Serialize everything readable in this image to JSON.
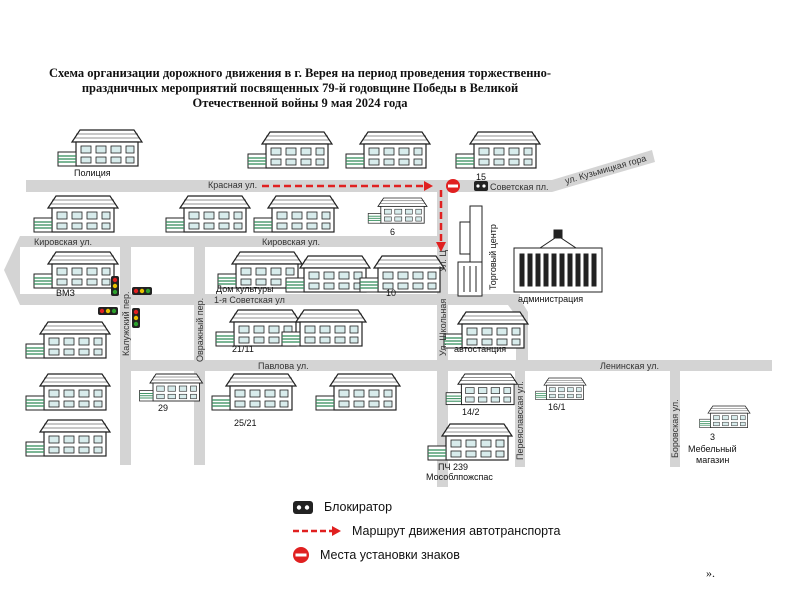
{
  "title_lines": [
    "Схема организации дорожного движения в г. Верея на период проведения торжественно-",
    "праздничных мероприятий посвященных 79-й годовщине Победы в Великой",
    "Отечественной войны 9 мая 2024 года"
  ],
  "streets": {
    "krasnaya": "Красная ул.",
    "sovetskaya_pl": "Советская пл.",
    "kuzminskaya": "ул. Кузьмицкая гора",
    "kirovskaya_left": "Кировская ул.",
    "kirovskaya_mid": "Кировская ул.",
    "sovetskaya_1": "1-я Советская ул",
    "kaluzhsky": "Калужский пер.",
    "ovrazhny": "Овражный пер.",
    "pavlova": "Павлова ул.",
    "leninskaya": "Ленинская ул.",
    "shkolnaya": "Ул. Школьная",
    "ul_ts": "Ул. Ц",
    "perkhanskaya": "Переяславская ул.",
    "borovskaya": "Боровская ул."
  },
  "labels": {
    "police": "Полиция",
    "n15": "15",
    "n6": "6",
    "dom_kultury": "Дом культуры",
    "n10": "10",
    "vmz": "ВМЗ",
    "n21_11": "21/11",
    "avtostantsiya": "автостанция",
    "torgovy_tsentr": "Торговый центр",
    "administratsiya": "администрация",
    "n29": "29",
    "n25_21": "25/21",
    "n14_2": "14/2",
    "n16_1": "16/1",
    "pch": "ПЧ 239",
    "mosoblpozhspas": "Мособлпожспас",
    "n3": "3",
    "mebelny": "Мебельный",
    "magazin": "магазин"
  },
  "legend": {
    "blocker": "Блокиратор",
    "route": "Маршрут движения автотранспорта",
    "signs": "Места установки знаков"
  },
  "end_mark": "».",
  "colors": {
    "road": "#d4d4d4",
    "route": "#e02020",
    "sign": "#e02020",
    "house_roof": "#2a2a2a",
    "house_stripe": "#2e8b57",
    "traffic_red": "#e02020",
    "traffic_yellow": "#e8c200",
    "traffic_green": "#2ca02c"
  },
  "icons": {
    "blocker": "blocker-icon",
    "sign": "no-entry-sign-icon",
    "traffic_light": "traffic-light-icon",
    "building": "house-icon"
  }
}
